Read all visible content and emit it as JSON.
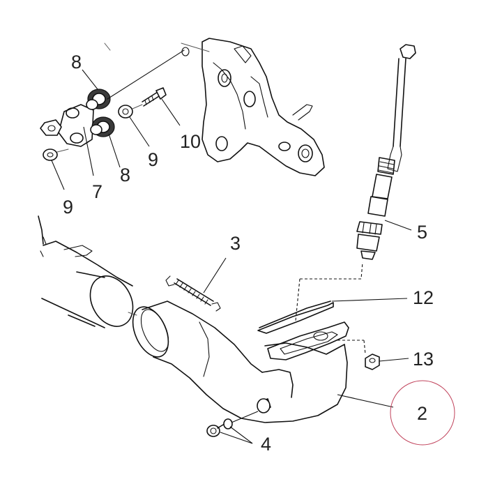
{
  "diagram": {
    "callouts": {
      "part_2": "2",
      "part_3": "3",
      "part_4": "4",
      "part_5": "5",
      "part_7": "7",
      "part_8_upper": "8",
      "part_8_lower": "8",
      "part_9_left": "9",
      "part_9_right": "9",
      "part_10": "10",
      "part_12": "12",
      "part_13": "13"
    },
    "highlight": {
      "target": "2",
      "color": "#c0415a"
    }
  }
}
